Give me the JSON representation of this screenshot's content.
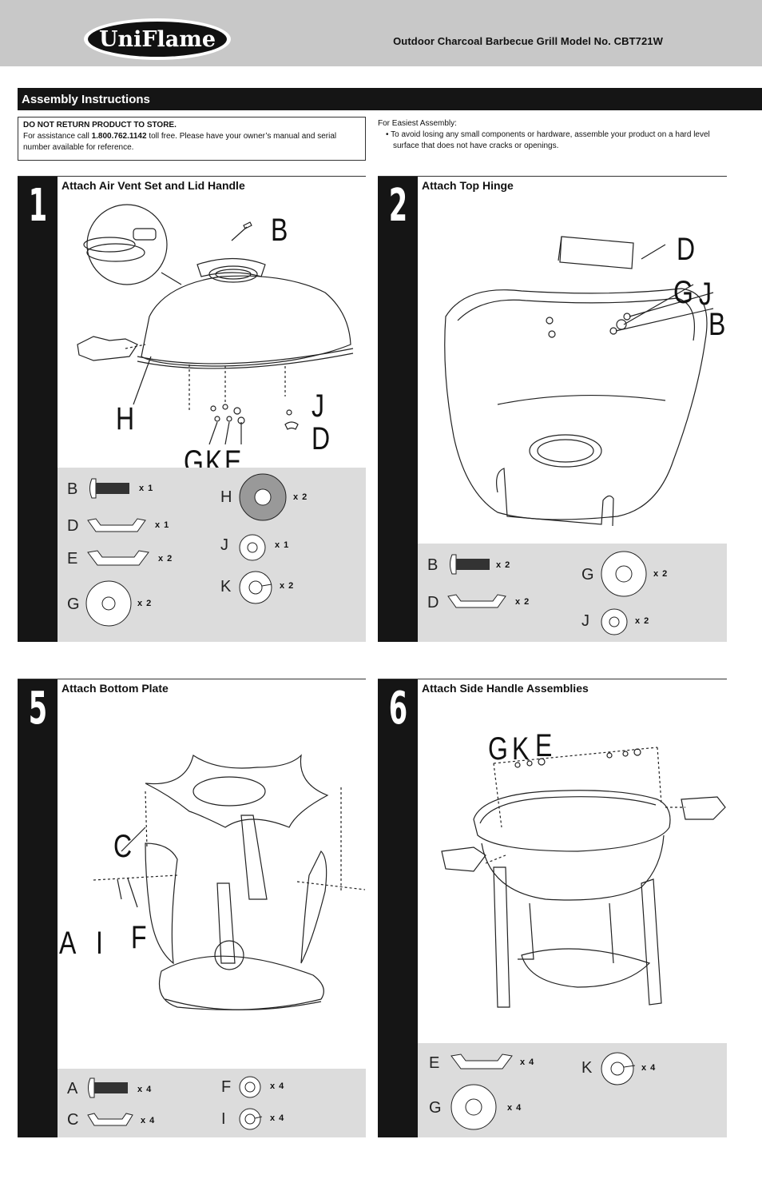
{
  "header": {
    "brand": "UniFlame",
    "title": "Outdoor Charcoal Barbecue Grill  Model No. CBT721W"
  },
  "section": {
    "title": "Assembly Instructions"
  },
  "notice": {
    "heading": "DO NOT RETURN PRODUCT TO STORE.",
    "line_pre": "For assistance call ",
    "phone": "1.800.762.1142",
    "line_post": " toll free. Please have your owner’s manual and serial number available for reference."
  },
  "easy": {
    "heading": "For Easiest Assembly:",
    "bullet": "• To avoid losing any small components or hardware, assemble your product on a hard level surface that does not have cracks or openings."
  },
  "steps": [
    {
      "number": "1",
      "title": "Attach Air Vent Set and Lid Handle",
      "callouts": [
        "B",
        "H",
        "J",
        "D",
        "G",
        "K",
        "E"
      ],
      "parts": [
        {
          "label": "B",
          "qty": "x 1",
          "icon": "bolt-icon"
        },
        {
          "label": "D",
          "qty": "x 1",
          "icon": "nut-icon"
        },
        {
          "label": "E",
          "qty": "x 2",
          "icon": "nut-icon"
        },
        {
          "label": "G",
          "qty": "x 2",
          "icon": "washer-icon"
        },
        {
          "label": "H",
          "qty": "x 2",
          "icon": "heat-shield-washer-icon"
        },
        {
          "label": "J",
          "qty": "x 1",
          "icon": "washer-icon"
        },
        {
          "label": "K",
          "qty": "x 2",
          "icon": "lock-washer-icon"
        }
      ]
    },
    {
      "number": "2",
      "title": "Attach Top Hinge",
      "callouts": [
        "D",
        "G",
        "J",
        "B"
      ],
      "parts": [
        {
          "label": "B",
          "qty": "x 2",
          "icon": "bolt-icon"
        },
        {
          "label": "D",
          "qty": "x 2",
          "icon": "nut-icon"
        },
        {
          "label": "G",
          "qty": "x 2",
          "icon": "washer-icon"
        },
        {
          "label": "J",
          "qty": "x 2",
          "icon": "washer-icon"
        }
      ]
    },
    {
      "number": "5",
      "title": "Attach Bottom Plate",
      "callouts": [
        "C",
        "A",
        "I",
        "F"
      ],
      "parts": [
        {
          "label": "A",
          "qty": "x 4",
          "icon": "bolt-icon"
        },
        {
          "label": "C",
          "qty": "x 4",
          "icon": "nut-icon"
        },
        {
          "label": "F",
          "qty": "x 4",
          "icon": "washer-icon"
        },
        {
          "label": "I",
          "qty": "x 4",
          "icon": "lock-washer-icon"
        }
      ]
    },
    {
      "number": "6",
      "title": "Attach Side Handle Assemblies",
      "callouts": [
        "G",
        "K",
        "E"
      ],
      "parts": [
        {
          "label": "E",
          "qty": "x 4",
          "icon": "nut-icon"
        },
        {
          "label": "G",
          "qty": "x 4",
          "icon": "washer-icon"
        },
        {
          "label": "K",
          "qty": "x 4",
          "icon": "lock-washer-icon"
        }
      ]
    }
  ]
}
